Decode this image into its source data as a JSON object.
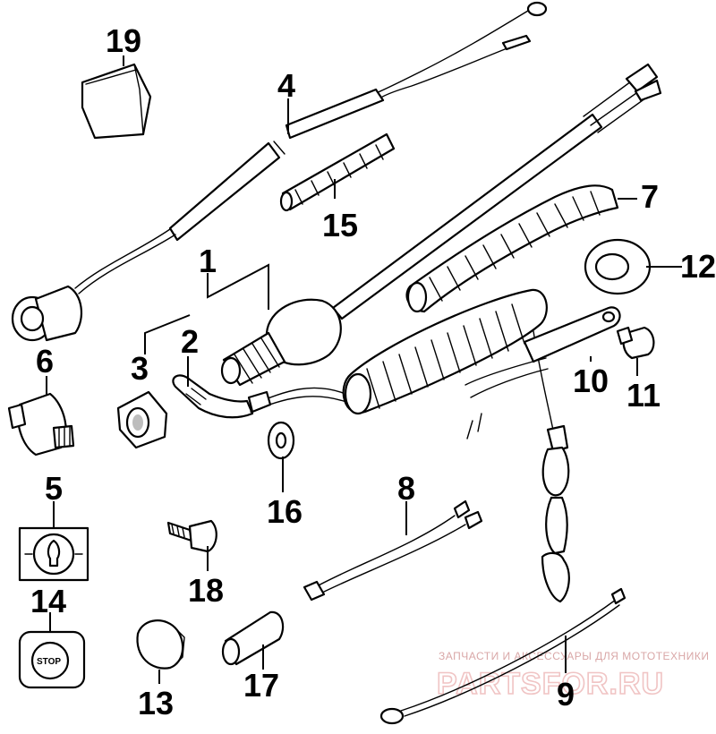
{
  "callouts": [
    {
      "id": "1",
      "label": "1"
    },
    {
      "id": "2",
      "label": "2"
    },
    {
      "id": "3",
      "label": "3"
    },
    {
      "id": "4",
      "label": "4"
    },
    {
      "id": "5",
      "label": "5"
    },
    {
      "id": "6",
      "label": "6"
    },
    {
      "id": "7",
      "label": "7"
    },
    {
      "id": "8",
      "label": "8"
    },
    {
      "id": "9",
      "label": "9"
    },
    {
      "id": "10",
      "label": "10"
    },
    {
      "id": "11",
      "label": "11"
    },
    {
      "id": "12",
      "label": "12"
    },
    {
      "id": "13",
      "label": "13"
    },
    {
      "id": "14",
      "label": "14"
    },
    {
      "id": "15",
      "label": "15"
    },
    {
      "id": "16",
      "label": "16"
    },
    {
      "id": "17",
      "label": "17"
    },
    {
      "id": "18",
      "label": "18"
    },
    {
      "id": "19",
      "label": "19"
    }
  ],
  "stop_plate_text": "STOP",
  "watermark": {
    "tagline": "ЗАПЧАСТИ И АКСЕССУАРЫ ДЛЯ МОТОТЕХНИКИ",
    "brand": "PARTSFOR.RU"
  }
}
